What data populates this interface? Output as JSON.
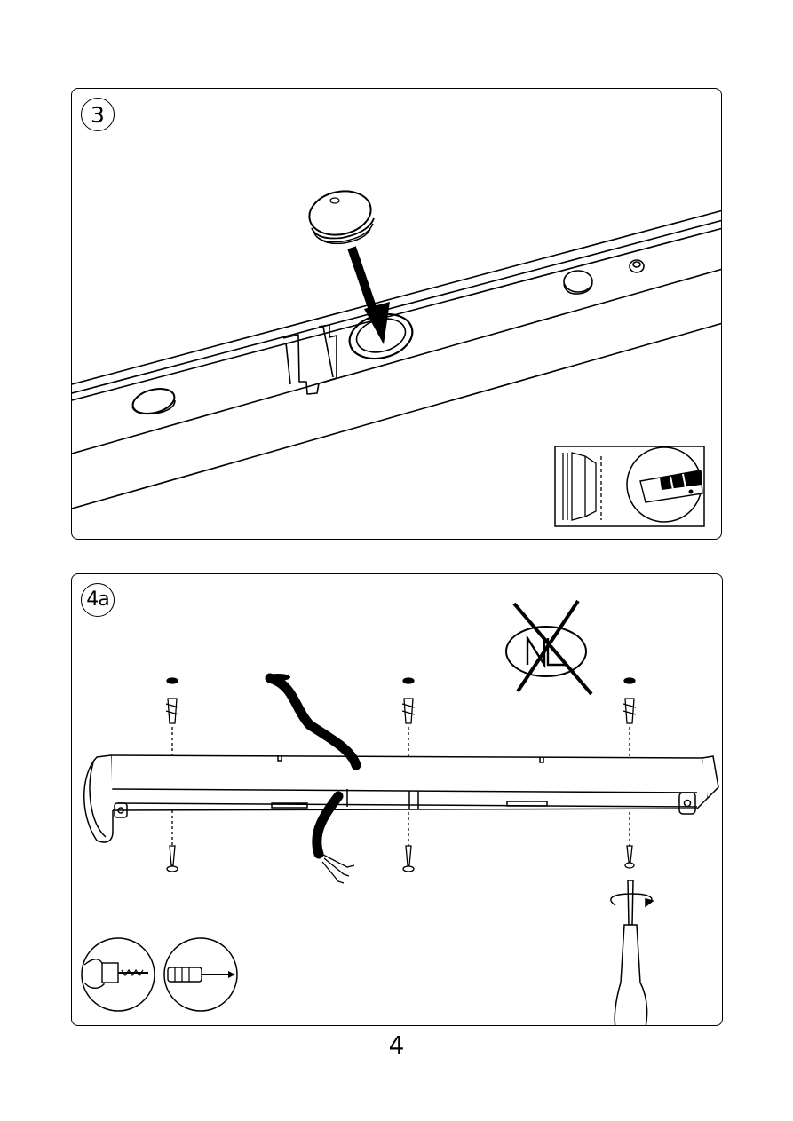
{
  "steps": [
    {
      "label": "3",
      "icons": [
        "end-cap-icon",
        "cutter-knife-icon"
      ]
    },
    {
      "label": "4a",
      "icons": [
        "no-nl-icon",
        "drill-icon",
        "screwdriver-icon"
      ]
    }
  ],
  "footer": {
    "page_number": "4"
  },
  "colors": {
    "line": "#000000",
    "background": "#ffffff"
  }
}
